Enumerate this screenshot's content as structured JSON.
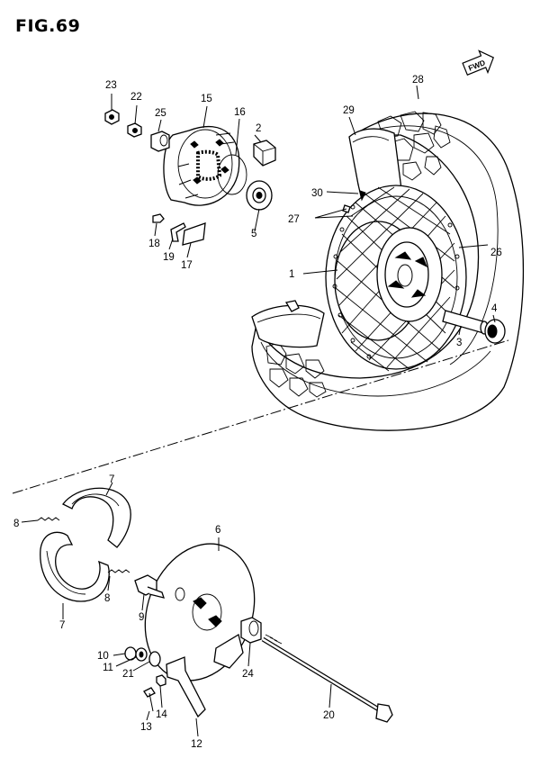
{
  "figure": {
    "title": "FIG.69",
    "direction_marker": "FWD"
  },
  "callouts": [
    {
      "id": "c1",
      "number": "1"
    },
    {
      "id": "c2",
      "number": "2"
    },
    {
      "id": "c3",
      "number": "3"
    },
    {
      "id": "c4",
      "number": "4"
    },
    {
      "id": "c5",
      "number": "5"
    },
    {
      "id": "c6",
      "number": "6"
    },
    {
      "id": "c7a",
      "number": "7"
    },
    {
      "id": "c7b",
      "number": "7"
    },
    {
      "id": "c8a",
      "number": "8"
    },
    {
      "id": "c8b",
      "number": "8"
    },
    {
      "id": "c9",
      "number": "9"
    },
    {
      "id": "c10",
      "number": "10"
    },
    {
      "id": "c11",
      "number": "11"
    },
    {
      "id": "c12",
      "number": "12"
    },
    {
      "id": "c13",
      "number": "13"
    },
    {
      "id": "c14",
      "number": "14"
    },
    {
      "id": "c15",
      "number": "15"
    },
    {
      "id": "c16",
      "number": "16"
    },
    {
      "id": "c17",
      "number": "17"
    },
    {
      "id": "c18",
      "number": "18"
    },
    {
      "id": "c19",
      "number": "19"
    },
    {
      "id": "c20",
      "number": "20"
    },
    {
      "id": "c21",
      "number": "21"
    },
    {
      "id": "c22",
      "number": "22"
    },
    {
      "id": "c23",
      "number": "23"
    },
    {
      "id": "c24",
      "number": "24"
    },
    {
      "id": "c25",
      "number": "25"
    },
    {
      "id": "c26",
      "number": "26"
    },
    {
      "id": "c27",
      "number": "27"
    },
    {
      "id": "c28",
      "number": "28"
    },
    {
      "id": "c29",
      "number": "29"
    },
    {
      "id": "c30",
      "number": "30"
    }
  ]
}
